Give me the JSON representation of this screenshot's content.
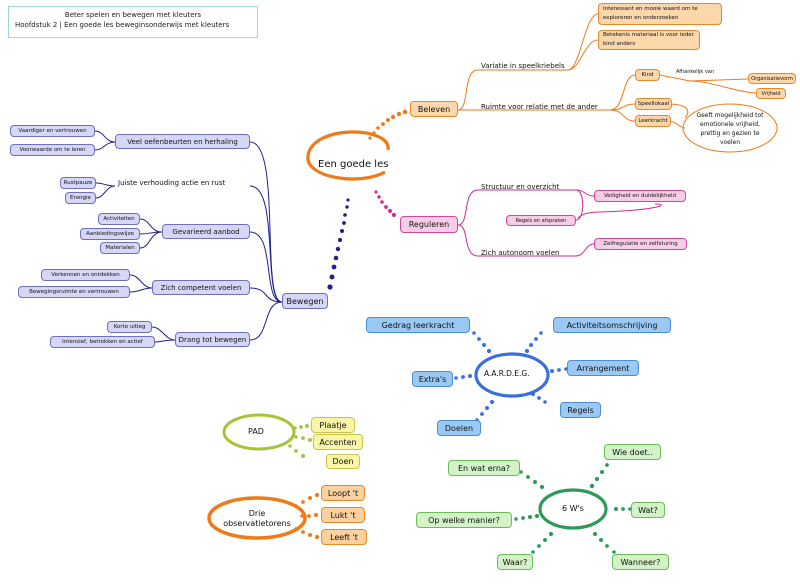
{
  "header": {
    "line1": "Beter spelen en bewegen met kleuters",
    "line2": "Hoofdstuk 2 | Een goede les beweginsonderwijs met kleuters"
  },
  "center": {
    "label": "Een goede les"
  },
  "beleven": {
    "label": "Beleven",
    "variatie": "Variatie in speelkriebels",
    "variatie_children": [
      "Interessant en mooie waard om te exploreren en onderzoeken",
      "Betekenis materiaal is voor ieder kind anders"
    ],
    "ruimte": "Ruimte voor relatie met de ander",
    "kind": "Kind",
    "afhankelijk": "Afhankelijk van",
    "organisatievorm": "Organisatievorm",
    "vrijheid": "Vrijheid",
    "speellokaal": "Speellokaal",
    "leerkracht": "Leerkracht",
    "geeft": "Geeft mogelijkheid tot emotionele vrijheid, prettig en gezien te voelen"
  },
  "reguleren": {
    "label": "Reguleren",
    "structuur": "Structuur en overzicht",
    "veiligheid": "Veiligheid en duidelijkheid",
    "regels": "Regels en afspraken",
    "autonoom": "Zich autonoom voelen",
    "zelfregulatie": "Zelfregulatie en zelfsturing"
  },
  "bewegen": {
    "label": "Bewegen",
    "veel": "Veel oefenbeurten en herhaling",
    "veel_children": [
      "Vaardiger en vertrouwen",
      "Voorwaarde om te leren"
    ],
    "juiste": "Juiste verhouding actie en rust",
    "juiste_children": [
      "Rustpauze",
      "Energie"
    ],
    "gevarieerd": "Gevarieerd aanbod",
    "gevarieerd_children": [
      "Activiteiten",
      "Aanbiedingswijze",
      "Materialen"
    ],
    "competent": "Zich competent voelen",
    "competent_children": [
      "Verkennen en ontdekken",
      "Bewegingsruimte en vertrouwen"
    ],
    "drang": "Drang tot bewegen",
    "drang_children": [
      "Korte uitleg",
      "Intensief, betrokken en actief"
    ]
  },
  "aardeg": {
    "label": "A.A.R.D.E.G.",
    "items": [
      "Gedrag leerkracht",
      "Activiteitsomschrijving",
      "Extra's",
      "Arrangement",
      "Doelen",
      "Regels"
    ]
  },
  "pad": {
    "label": "PAD",
    "items": [
      "Plaatje",
      "Accenten",
      "Doen"
    ]
  },
  "drie": {
    "label": "Drie observatietorens",
    "items": [
      "Loopt 't",
      "Lukt 't",
      "Leeft 't"
    ]
  },
  "ws": {
    "label": "6 W's",
    "items": [
      "En wat erna?",
      "Wie doet..",
      "Op welke manier?",
      "Wat?",
      "Waar?",
      "Wanneer?"
    ]
  },
  "colors": {
    "purple": "#6f6fbf",
    "navy": "#1f1f8f",
    "orange": "#f07a18",
    "pink": "#d02b8a",
    "blue": "#3a6fe0",
    "green": "#2e9a5a",
    "yellowgreen": "#a6c43a"
  }
}
